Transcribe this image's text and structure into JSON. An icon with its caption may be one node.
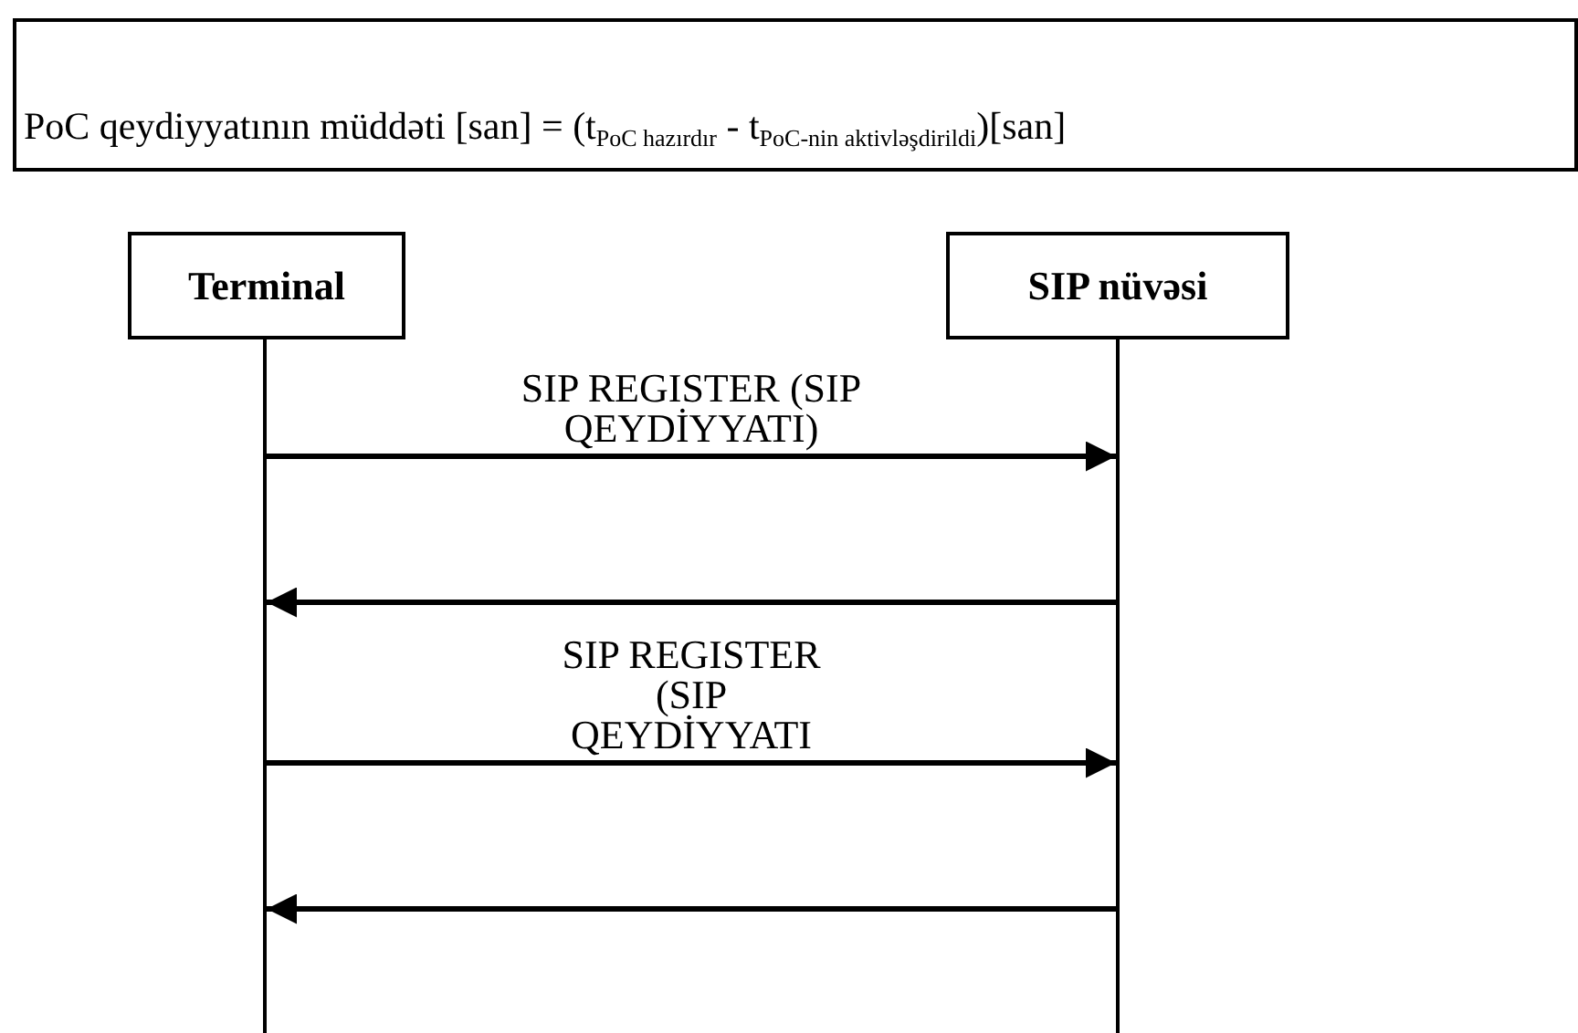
{
  "diagram": {
    "nodes": [
      {
        "text": [
          "PoC qeydiyyatının müddəti [san] = (t$_{PoC hazırdır}$ - t$_{PoC-nin aktivləşdirildi}$)[san]"
        ]
      },
      {
        "text": [
          "Terminal"
        ]
      },
      {
        "text": [
          "SIP nüvəsi"
        ]
      },
      {
        "text": [],
        "shape": "bar"
      },
      {
        "text": [],
        "shape": "bar"
      }
    ],
    "edges": [
      {
        "from": 3,
        "to": 4,
        "arrow": "to",
        "label": "SIP REGISTER (SIP QEYDİYYATI)"
      },
      {
        "from": 4,
        "to": 3,
        "arrow": "to"
      },
      {
        "from": 3,
        "to": 4,
        "arrow": "to",
        "label": "SIP REGISTER (SIP QEYDİYYATI"
      },
      {
        "from": 4,
        "to": 3,
        "arrow": "to"
      }
    ]
  }
}
